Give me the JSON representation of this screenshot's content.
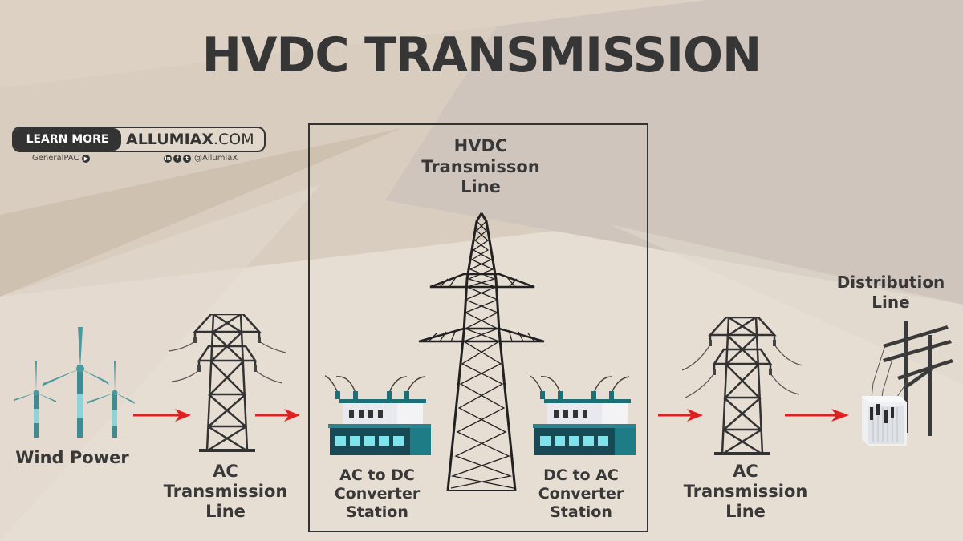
{
  "title": "HVDC TRANSMISSION",
  "colors": {
    "background_light": "#e6ddd3",
    "background_mid": "#d7cbbc",
    "background_gray": "#d0c5bc",
    "text_dark": "#363636",
    "arrow_red": "#e02020",
    "turbine_teal": "#4a9aa0",
    "turbine_light": "#8fd3d8",
    "station_teal": "#1e6e78",
    "station_dark": "#174a55"
  },
  "brand": {
    "button_label": "LEARN MORE",
    "site_bold": "ALLUMIAX",
    "site_suffix": ".COM",
    "channel": "GeneralPAC",
    "channel_icon": "play-icon",
    "social_icons": [
      "linkedin-icon",
      "facebook-icon",
      "twitter-icon"
    ],
    "handle": "@AllumiaX"
  },
  "diagram": {
    "stages": [
      {
        "id": "wind",
        "label_lines": [
          "Wind Power"
        ],
        "icon": "wind-turbines-icon"
      },
      {
        "id": "ac-line-1",
        "label_lines": [
          "AC",
          "Transmission",
          "Line"
        ],
        "icon": "ac-tower-icon"
      },
      {
        "id": "ac-dc-station",
        "label_lines": [
          "AC to DC",
          "Converter",
          "Station"
        ],
        "icon": "converter-station-icon"
      },
      {
        "id": "hvdc-line",
        "label_lines": [
          "HVDC",
          "Transmisson",
          "Line"
        ],
        "icon": "hvdc-tower-icon"
      },
      {
        "id": "dc-ac-station",
        "label_lines": [
          "DC to AC",
          "Converter",
          "Station"
        ],
        "icon": "converter-station-icon"
      },
      {
        "id": "ac-line-2",
        "label_lines": [
          "AC",
          "Transmission",
          "Line"
        ],
        "icon": "ac-tower-icon"
      },
      {
        "id": "distribution",
        "label_lines": [
          "Distribution",
          "Line"
        ],
        "icon": "distribution-pole-icon"
      }
    ],
    "arrows": [
      {
        "from": "wind",
        "to": "ac-line-1"
      },
      {
        "from": "ac-line-1",
        "to": "hvdc-section"
      },
      {
        "from": "hvdc-section",
        "to": "ac-line-2"
      },
      {
        "from": "ac-line-2",
        "to": "distribution"
      }
    ]
  }
}
